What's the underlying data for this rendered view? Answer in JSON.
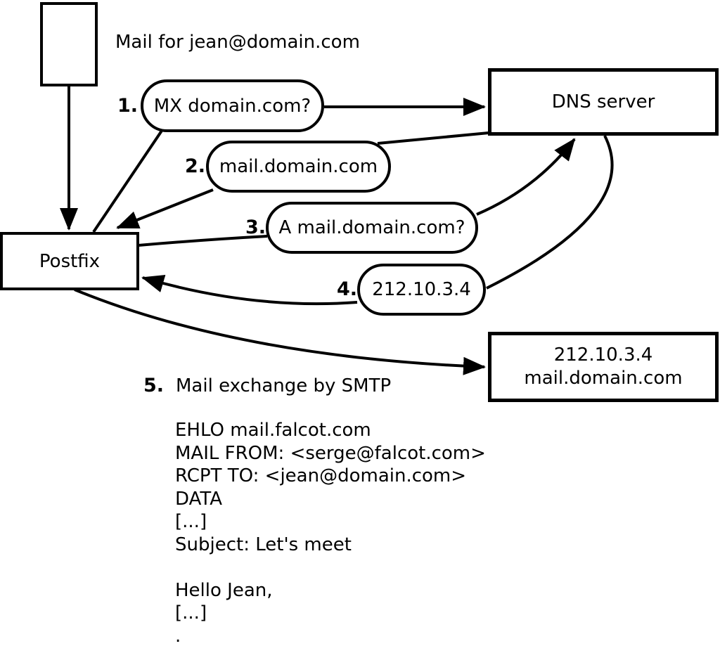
{
  "note": "Mail for jean@domain.com",
  "nodes": {
    "postfix": "Postfix",
    "dns": "DNS server",
    "mailserver": {
      "line1": "212.10.3.4",
      "line2": "mail.domain.com"
    }
  },
  "steps": [
    {
      "num": "1.",
      "label": "MX domain.com?"
    },
    {
      "num": "2.",
      "label": "mail.domain.com"
    },
    {
      "num": "3.",
      "label": "A mail.domain.com?"
    },
    {
      "num": "4.",
      "label": "212.10.3.4"
    },
    {
      "num": "5.",
      "label": "Mail exchange by SMTP"
    }
  ],
  "smtp": {
    "lines": [
      "EHLO mail.falcot.com",
      "MAIL FROM: <serge@falcot.com>",
      "RCPT TO: <jean@domain.com>",
      "DATA",
      "[...]",
      "Subject: Let's meet",
      "",
      "Hello Jean,",
      "[...]",
      "."
    ]
  },
  "colors": {
    "ink": "#000000",
    "bg": "#ffffff"
  }
}
